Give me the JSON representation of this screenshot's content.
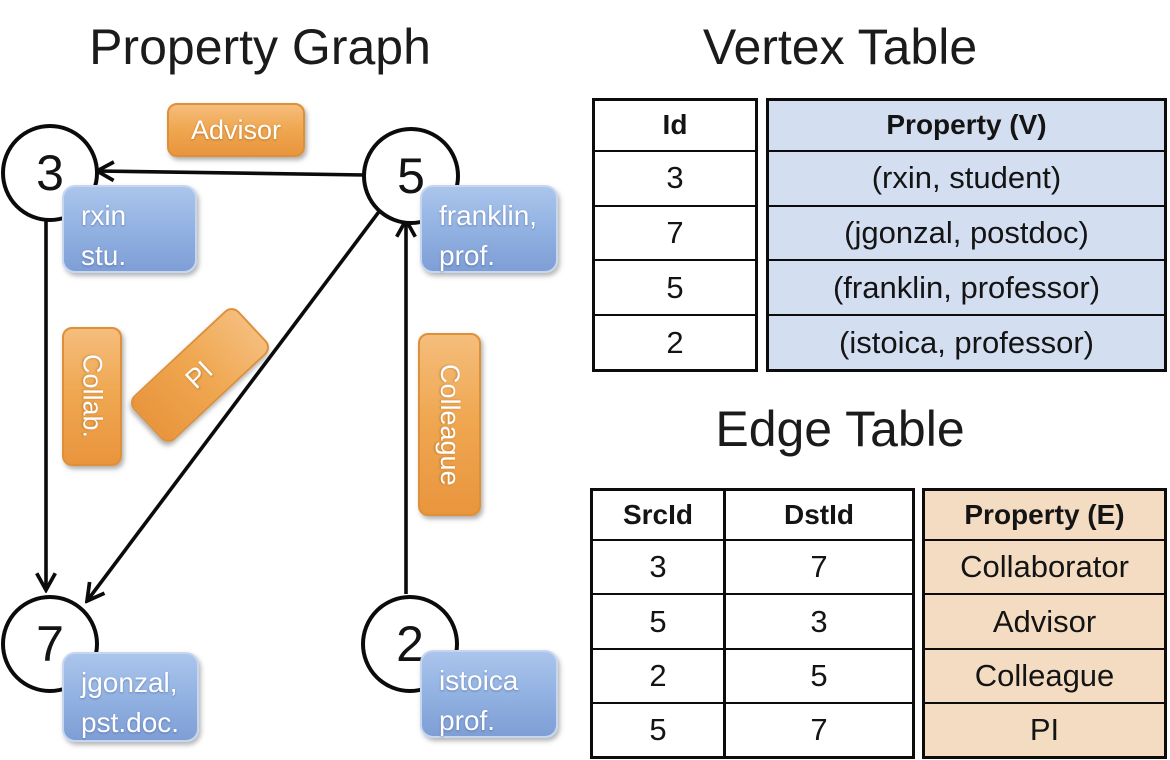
{
  "graph": {
    "title": "Property Graph",
    "nodes": [
      {
        "id": "3",
        "prop_line1": "rxin",
        "prop_line2": "stu."
      },
      {
        "id": "5",
        "prop_line1": "franklin,",
        "prop_line2": "prof."
      },
      {
        "id": "7",
        "prop_line1": "jgonzal,",
        "prop_line2": "pst.doc."
      },
      {
        "id": "2",
        "prop_line1": "istoica",
        "prop_line2": "prof."
      }
    ],
    "edge_labels": {
      "advisor": "Advisor",
      "collab": "Collab.",
      "pi": "PI",
      "colleague": "Colleague"
    }
  },
  "vertex_table": {
    "title": "Vertex Table",
    "headers": {
      "id": "Id",
      "property": "Property (V)"
    },
    "rows": [
      {
        "id": "3",
        "property": "(rxin, student)"
      },
      {
        "id": "7",
        "property": "(jgonzal, postdoc)"
      },
      {
        "id": "5",
        "property": "(franklin, professor)"
      },
      {
        "id": "2",
        "property": "(istoica, professor)"
      }
    ]
  },
  "edge_table": {
    "title": "Edge Table",
    "headers": {
      "src": "SrcId",
      "dst": "DstId",
      "property": "Property (E)"
    },
    "rows": [
      {
        "src": "3",
        "dst": "7",
        "property": "Collaborator"
      },
      {
        "src": "5",
        "dst": "3",
        "property": "Advisor"
      },
      {
        "src": "2",
        "dst": "5",
        "property": "Colleague"
      },
      {
        "src": "5",
        "dst": "7",
        "property": "PI"
      }
    ]
  },
  "colors": {
    "edge_label_orange": "#EFA750",
    "vertex_label_blue": "#92B2E2",
    "vertex_table_fill": "#D3DEF1",
    "edge_table_fill": "#F4DCC2",
    "line_black": "#0B0B0B"
  }
}
